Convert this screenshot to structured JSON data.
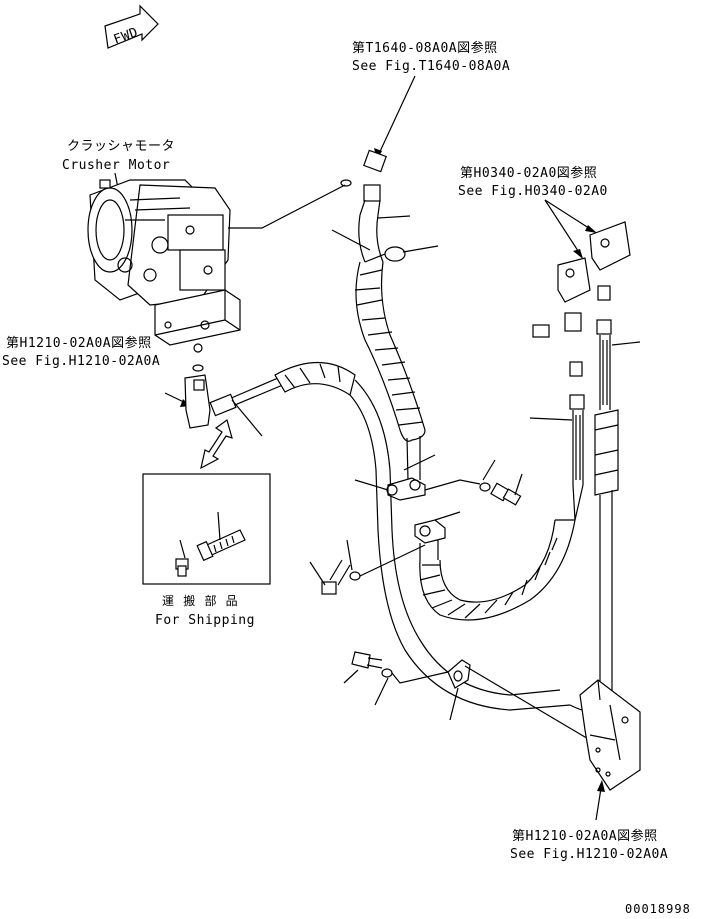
{
  "fwd_label": "FWD",
  "callouts": {
    "t1640_jp": "第T1640-08A0A図参照",
    "t1640_en": "See Fig.T1640-08A0A",
    "h0340_jp": "第H0340-02A0図参照",
    "h0340_en": "See Fig.H0340-02A0",
    "h1210_left_jp": "第H1210-02A0A図参照",
    "h1210_left_en": "See Fig.H1210-02A0A",
    "h1210_bottom_jp": "第H1210-02A0A図参照",
    "h1210_bottom_en": "See Fig.H1210-02A0A"
  },
  "crusher_motor": {
    "jp": "クラッシャモータ",
    "en": "Crusher Motor"
  },
  "shipping": {
    "jp": "運 搬 部 品",
    "en": "For Shipping"
  },
  "drawing_number": "00018998"
}
